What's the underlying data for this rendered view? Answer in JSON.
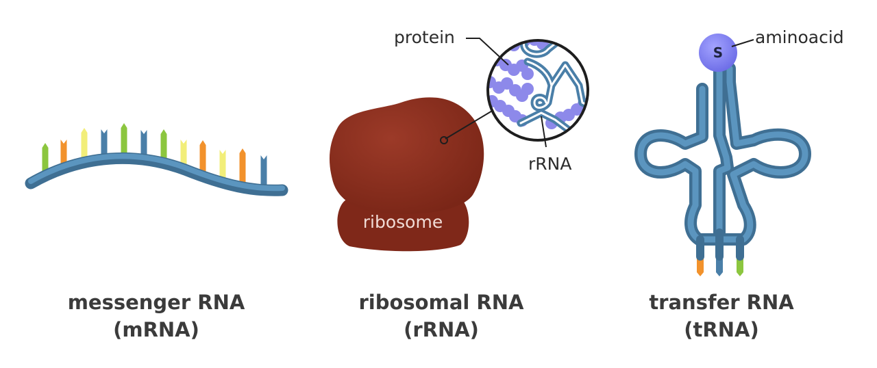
{
  "colors": {
    "strand": "#4f86ad",
    "strand_dark": "#3f6f93",
    "green": "#8cc63f",
    "orange": "#f2922c",
    "yellow": "#f2ee79",
    "blue": "#4a7fa8",
    "ribosome": "#8b2f1f",
    "protein": "#8d89ea",
    "amino": "#7f7ff0"
  },
  "mrna": {
    "caption_line1": "messenger RNA",
    "caption_line2": "(mRNA)",
    "bases": [
      "green",
      "orange",
      "yellow",
      "blue",
      "green",
      "blue",
      "green",
      "yellow",
      "orange",
      "yellow",
      "orange",
      "blue"
    ]
  },
  "rrna": {
    "caption_line1": "ribosomal RNA",
    "caption_line2": "(rRNA)",
    "ribosome_label": "ribosome",
    "protein_label": "protein",
    "rrna_label": "rRNA"
  },
  "trna": {
    "caption_line1": "transfer RNA",
    "caption_line2": "(tRNA)",
    "amino_label": "aminoacid",
    "s_label": "S",
    "anticodon": [
      "orange",
      "blue",
      "green"
    ]
  }
}
